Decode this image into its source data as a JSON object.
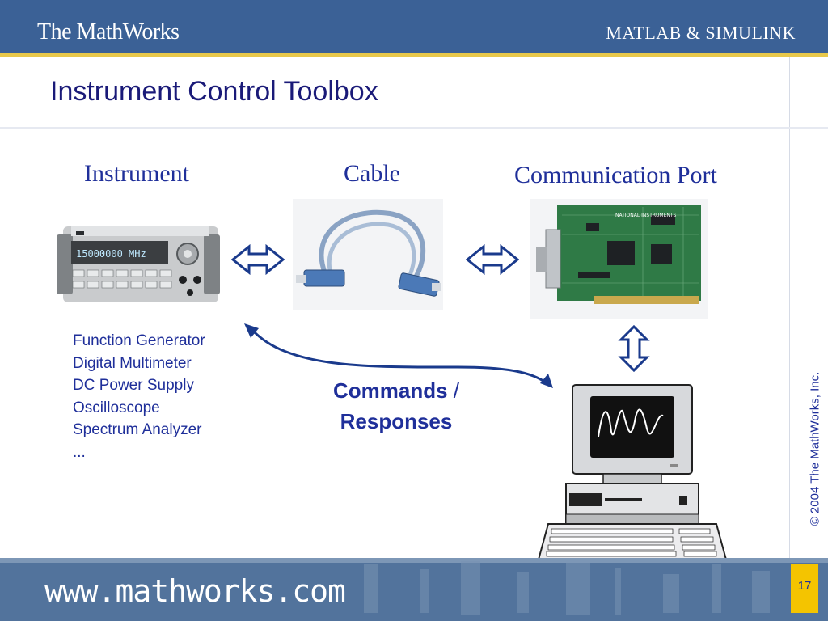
{
  "header": {
    "brand_left": "The MathWorks",
    "brand_right": "MATLAB & SIMULINK"
  },
  "slide": {
    "title": "Instrument Control Toolbox",
    "labels": {
      "instrument": "Instrument",
      "cable": "Cable",
      "port": "Communication Port"
    },
    "instrument_list": [
      "Function Generator",
      "Digital Multimeter",
      "DC Power Supply",
      "Oscilloscope",
      "Spectrum Analyzer",
      "..."
    ],
    "commands": {
      "word1": "Commands",
      "slash": " /",
      "word2": "Responses"
    },
    "generator_display": "15000000 MHz",
    "card_brand": "NATIONAL INSTRUMENTS"
  },
  "footer": {
    "url": "www.mathworks.com",
    "page_number": "17",
    "copyright": "© 2004 The MathWorks, Inc."
  },
  "colors": {
    "header_blue": "#3b6196",
    "gold_stripe": "#e8c84a",
    "title_navy": "#1a1a78",
    "text_blue": "#1f2f9a",
    "arrow_blue": "#1a3a8c",
    "page_box": "#f4c400"
  },
  "icons": [
    "double-arrow-horizontal-icon",
    "double-arrow-vertical-icon",
    "curved-arrow"
  ]
}
